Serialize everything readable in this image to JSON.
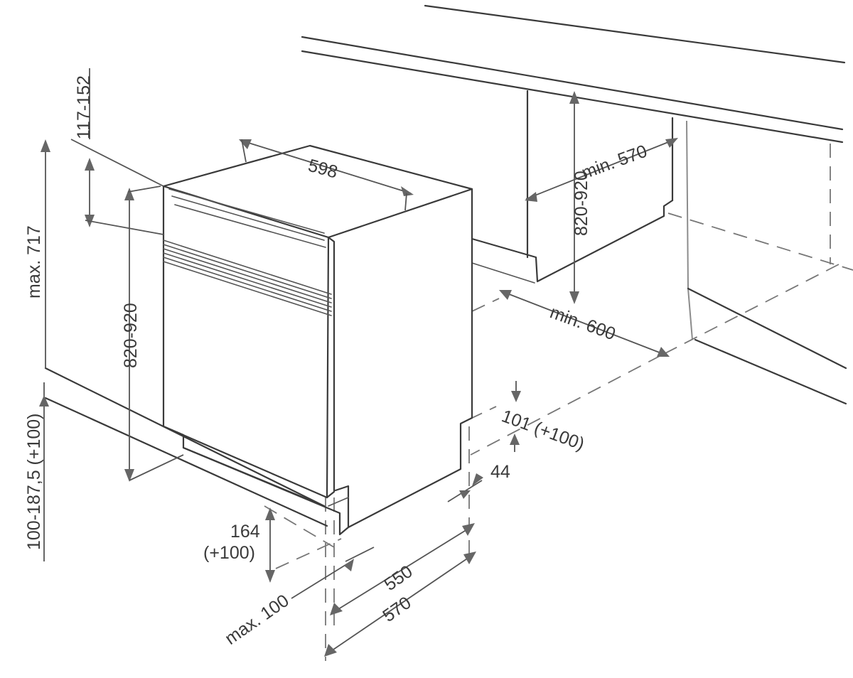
{
  "dimensions": {
    "width_598": "598",
    "height_820_920": "820-920",
    "niche_height_820_920": "820-920",
    "top_gap_117_152": "117-152",
    "max_717": "max. 717",
    "base_100_187": "100-187,5 (+100)",
    "niche_depth_min_570": "min. 570",
    "niche_width_min_600": "min. 600",
    "toe_101": "101 (+100)",
    "plinth_44": "44",
    "kick_164": "164",
    "kick_plus_100": "(+100)",
    "max_100": "max. 100",
    "depth_550": "550",
    "depth_570": "570"
  },
  "colors": {
    "line": "#3a3a3a",
    "dimension": "#555555",
    "arrow": "#666666"
  }
}
